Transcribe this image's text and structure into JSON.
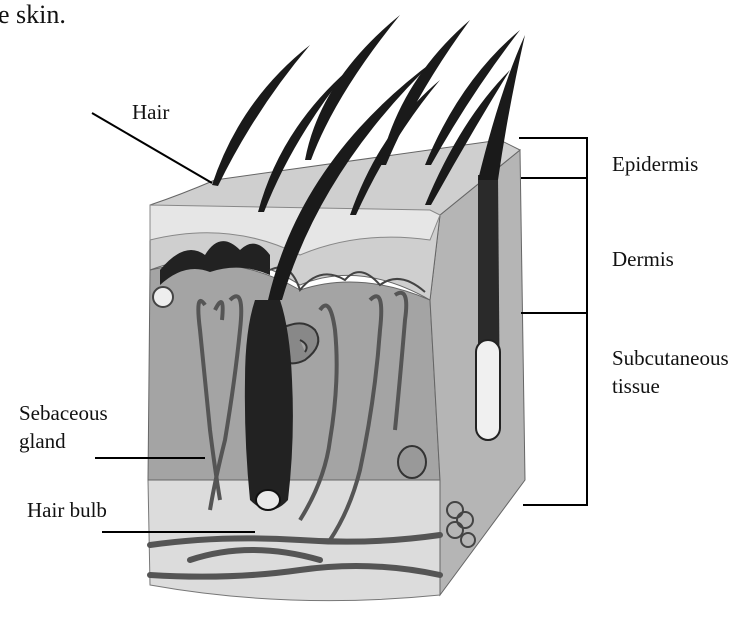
{
  "caption_fragment": "e skin.",
  "labels": {
    "hair": "Hair",
    "epidermis": "Epidermis",
    "dermis": "Dermis",
    "subcutaneous_line1": "Subcutaneous",
    "subcutaneous_line2": "tissue",
    "sebaceous_line1": "Sebaceous",
    "sebaceous_line2": "gland",
    "hair_bulb": "Hair bulb"
  },
  "colors": {
    "hair_shaft": "#1a1a1a",
    "epidermis_top": "#c9c9c9",
    "dermis": "#9d9d9d",
    "dermis_front": "#a8a8a8",
    "subcutaneous": "#dedede",
    "vessel": "#555555",
    "leader_line": "#000000"
  }
}
